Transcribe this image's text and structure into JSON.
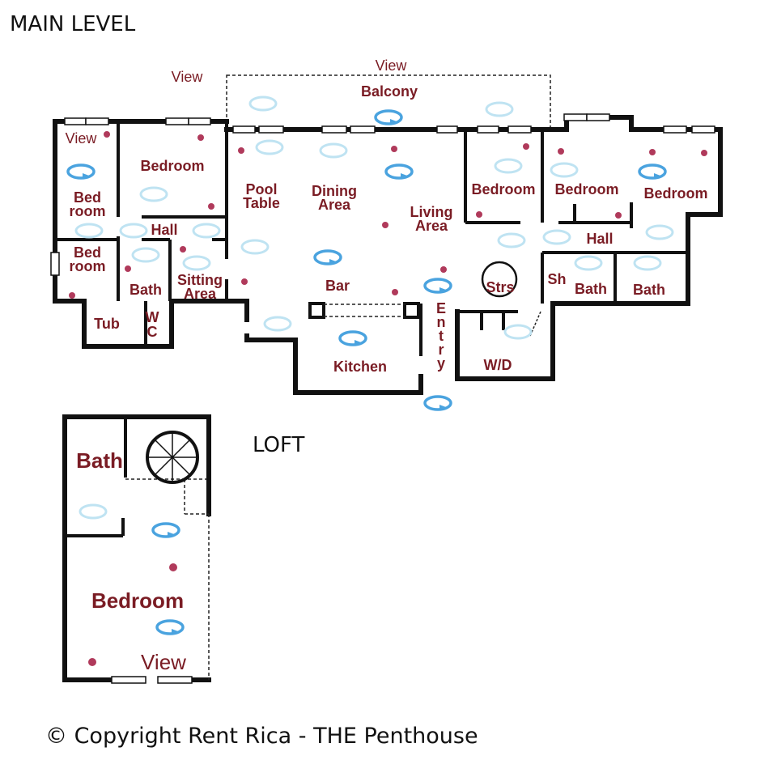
{
  "headings": {
    "main": "MAIN LEVEL",
    "loft": "LOFT"
  },
  "copyright": "© Copyright Rent Rica - THE Penthouse",
  "colors": {
    "label": "#7a1c24",
    "dot": "#b03a5b",
    "fan": "#4aa3df",
    "wall": "#111111"
  },
  "main_level": {
    "view_left": "View",
    "view_top": "View",
    "view_corner": "View",
    "balcony": "Balcony",
    "bedroom_nw": "Bedroom",
    "bed_room_1": [
      "Bed",
      "room"
    ],
    "bed_room_2": [
      "Bed",
      "room"
    ],
    "hall_left": "Hall",
    "bath_left": "Bath",
    "sitting_area": [
      "Sitting",
      "Area"
    ],
    "tub": "Tub",
    "wc": [
      "W",
      "C"
    ],
    "pool_table": [
      "Pool",
      "Table"
    ],
    "dining_area": [
      "Dining",
      "Area"
    ],
    "living_area": [
      "Living",
      "Area"
    ],
    "bar": "Bar",
    "kitchen": "Kitchen",
    "entry": [
      "E",
      "n",
      "t",
      "r",
      "y"
    ],
    "stairs": "Strs",
    "wd": "W/D",
    "bedroom_e1": "Bedroom",
    "bedroom_e2": "Bedroom",
    "bedroom_e3": "Bedroom",
    "hall_right": "Hall",
    "sh": "Sh",
    "bath_r1": "Bath",
    "bath_r2": "Bath"
  },
  "loft": {
    "bath": "Bath",
    "bedroom": "Bedroom",
    "view": "View"
  }
}
